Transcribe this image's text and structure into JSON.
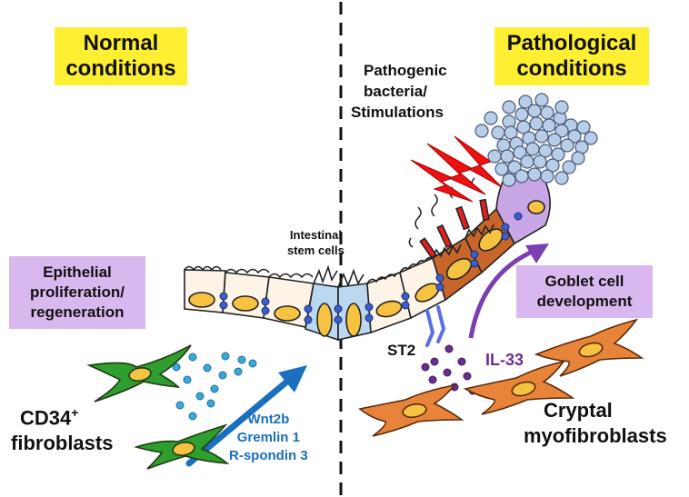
{
  "panels": {
    "left_title_line1": "Normal",
    "left_title_line2": "conditions",
    "right_title_line1": "Pathological",
    "right_title_line2": "conditions"
  },
  "labels": {
    "bacteria_line1": "Pathogenic",
    "bacteria_line2": "bacteria/",
    "bacteria_line3": "Stimulations",
    "stem_cells_line1": "Intestinal",
    "stem_cells_line2": "stem cells",
    "epithelial_line1": "Epithelial",
    "epithelial_line2": "proliferation/",
    "epithelial_line3": "regeneration",
    "goblet_line1": "Goblet cell",
    "goblet_line2": "development",
    "st2": "ST2",
    "il33": "IL-33",
    "cd34_main": "CD34",
    "cd34_sup": "+",
    "fibroblasts": "fibroblasts",
    "cryptal_line1": "Cryptal",
    "cryptal_line2": "myofibroblasts",
    "wnt2b": "Wnt2b",
    "gremlin": "Gremlin 1",
    "rspondin": "R-spondin 3"
  },
  "colors": {
    "yellow_box": "#ffef33",
    "purple_box": "#d9b8f0",
    "blue_arrow": "#1a6fbf",
    "purple_arrow": "#7a3fb0",
    "green_fibroblast": "#2e9e2e",
    "orange_myofibroblast": "#e8843a",
    "epithelial_cell": "#fdf3e6",
    "nucleus": "#f5c242",
    "damaged_cell": "#c8662a",
    "stem_cell": "#bcd8f0",
    "goblet_cell": "#c9a6e6",
    "bacteria": "#b7cde8",
    "lightning": "#ee1111",
    "il33_dot": "#6a2f8e",
    "wnt_dot": "#3aa7d9"
  },
  "icons": [
    "lightning-icon",
    "bacteria-cluster-icon",
    "st2-receptor-icon"
  ]
}
